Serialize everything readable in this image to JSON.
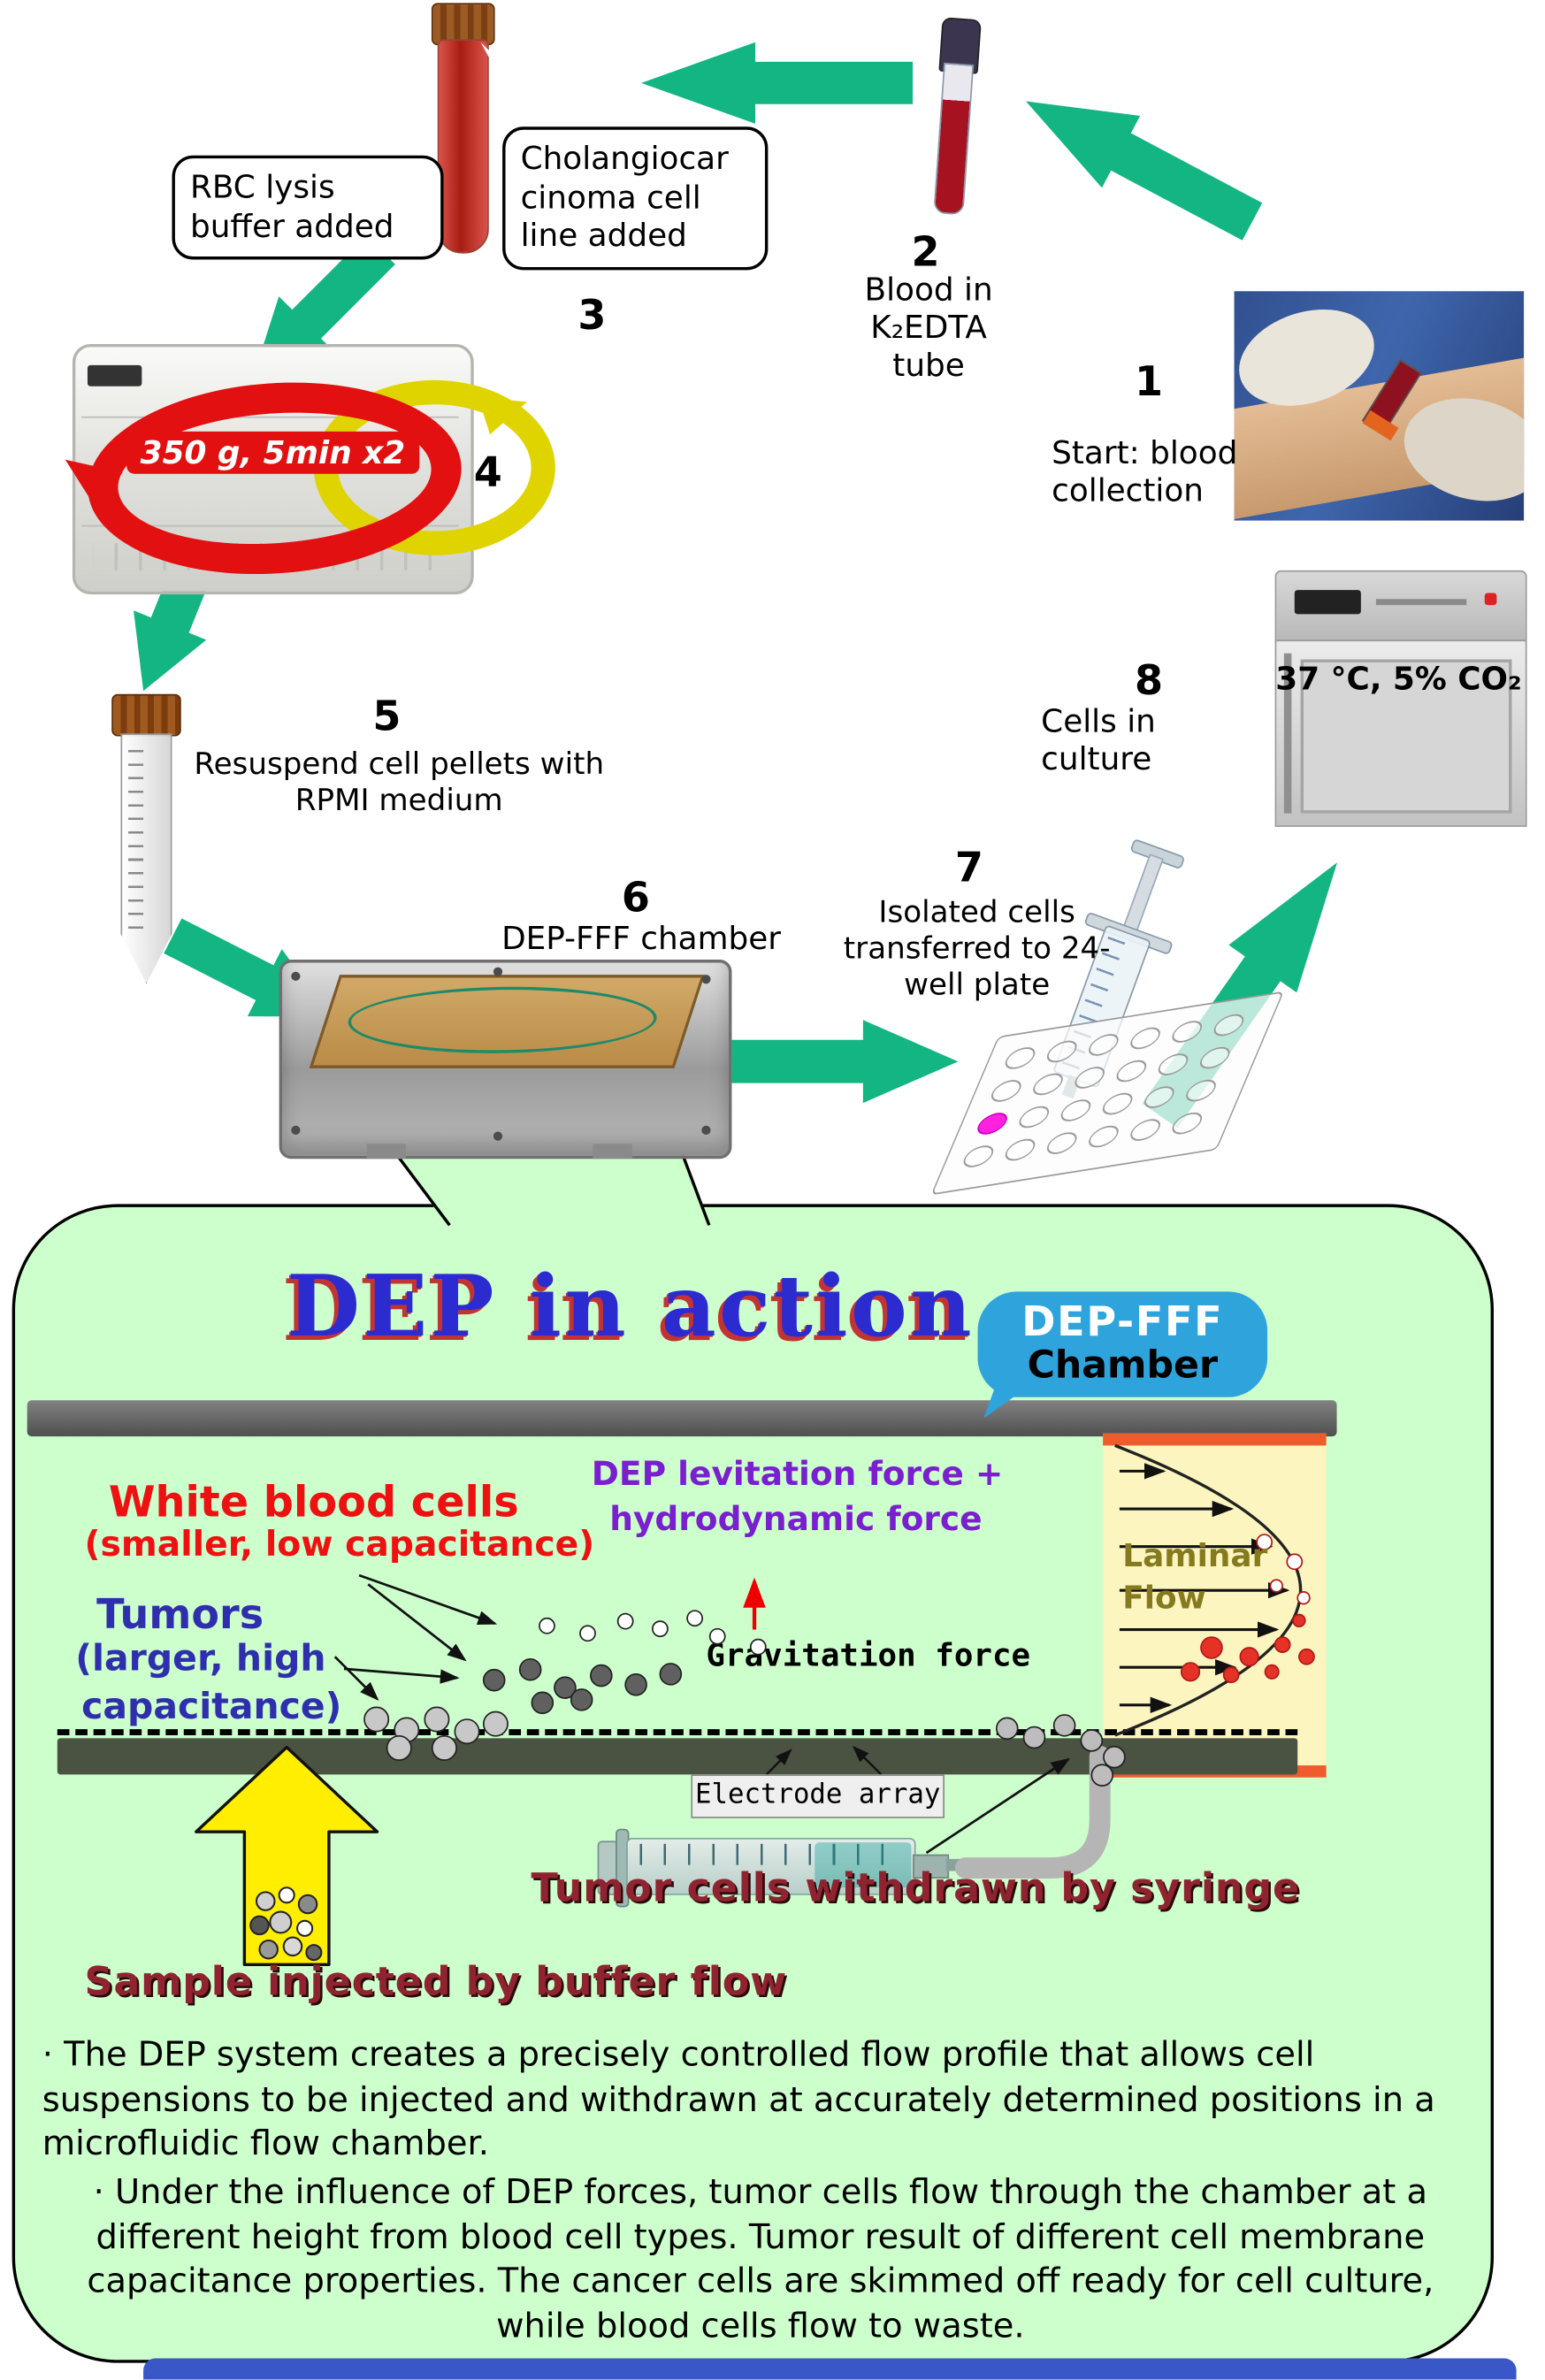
{
  "flow": {
    "steps": [
      {
        "num": "1",
        "label": "Start: blood collection"
      },
      {
        "num": "2",
        "label": "Blood in K₂EDTA tube"
      },
      {
        "num": "3",
        "label": ""
      },
      {
        "num": "4",
        "label": ""
      },
      {
        "num": "5",
        "label": "Resuspend cell pellets with RPMI medium"
      },
      {
        "num": "6",
        "label": "DEP-FFF chamber"
      },
      {
        "num": "7",
        "label": "Isolated cells transferred to 24-well plate"
      },
      {
        "num": "8",
        "label": "Cells in culture"
      }
    ],
    "callouts": {
      "rbc": "RBC lysis buffer added",
      "cell_line": "Cholangiocar\ncinoma cell\nline added"
    },
    "centrifuge_setting": "350 g, 5min x2",
    "incubator_setting": "37 °C, 5% CO₂"
  },
  "dep": {
    "title": "DEP in action",
    "chamber_bubble": {
      "line1": "DEP-FFF",
      "line2": "Chamber"
    },
    "labels": {
      "wbc_1": "White blood cells",
      "wbc_2": "(smaller, low capacitance)",
      "tumor_1": "Tumors",
      "tumor_2": "(larger, high",
      "tumor_3": "capacitance)",
      "dep_force": "DEP levitation force +",
      "hydro_force": "hydrodynamic force",
      "gravitation": "Gravitation force",
      "laminar_1": "Laminar",
      "laminar_2": "Flow",
      "electrode": "Electrode array",
      "withdrawn": "Tumor cells withdrawn by syringe",
      "injected": "Sample injected by buffer flow"
    },
    "bullets": [
      "· The DEP system creates a precisely controlled flow profile that allows cell suspensions to be injected and withdrawn at accurately determined positions in a microfluidic flow chamber.",
      "· Under the influence of DEP forces, tumor cells flow through the chamber at a different height from blood cell types. Tumor result of different cell membrane capacitance properties. The cancer cells are skimmed off ready for cell culture, while blood cells flow to waste."
    ],
    "colors": {
      "arrow_green": "#13b583",
      "bubble_green": "#ccffcc",
      "chamber_blue": "#2fa3dc",
      "title_blue": "#2b2bd0",
      "title_shadow_red": "#c23434",
      "wbc_red": "#ee1111",
      "tumor_blue": "#2f2fae",
      "force_purple": "#7a1fd0",
      "maroon": "#8f2430",
      "injector_yellow": "#ffee00"
    }
  }
}
